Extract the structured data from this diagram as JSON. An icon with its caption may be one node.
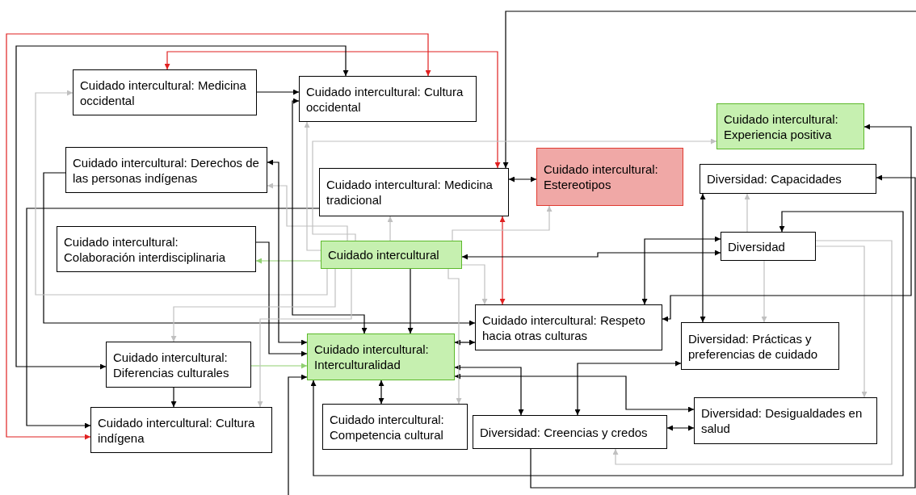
{
  "diagram": {
    "nodes": [
      {
        "text": [
          "Cuidado intercultural: Medicina occidental"
        ]
      },
      {
        "text": [
          "Cuidado intercultural: Cultura occidental"
        ]
      },
      {
        "text": [
          "Cuidado intercultural: Experiencia positiva"
        ]
      },
      {
        "text": [
          "Cuidado intercultural: Derechos de las personas indígenas"
        ]
      },
      {
        "text": [
          "Cuidado intercultural: Medicina tradicional"
        ]
      },
      {
        "text": [
          "Cuidado intercultural: Estereotipos"
        ]
      },
      {
        "text": [
          "Diversidad: Capacidades"
        ]
      },
      {
        "text": [
          "Cuidado intercultural: Colaboración interdisciplinaria"
        ]
      },
      {
        "text": [
          "Cuidado intercultural"
        ]
      },
      {
        "text": [
          "Diversidad"
        ]
      },
      {
        "text": [
          "Cuidado intercultural: Respeto hacia otras culturas"
        ]
      },
      {
        "text": [
          "Diversidad: Prácticas y preferencias de cuidado"
        ]
      },
      {
        "text": [
          "Cuidado intercultural: Diferencias culturales"
        ]
      },
      {
        "text": [
          "Cuidado intercultural: Interculturalidad"
        ]
      },
      {
        "text": [
          "Cuidado intercultural: Cultura indígena"
        ]
      },
      {
        "text": [
          "Cuidado intercultural: Competencia cultural"
        ]
      },
      {
        "text": [
          "Diversidad: Creencias y credos"
        ]
      },
      {
        "text": [
          "Diversidad: Desigualdades en salud"
        ]
      }
    ],
    "edges": [
      {
        "from": 0,
        "to": 1,
        "arrow": "to"
      },
      {
        "from": 14,
        "to": 1,
        "arrow": "both",
        "color": "#e02020"
      },
      {
        "from": 0,
        "to": 4,
        "arrow": "both",
        "color": "#e02020"
      },
      {
        "from": 12,
        "to": 1,
        "arrow": "both"
      },
      {
        "from": null,
        "to": 4,
        "arrow": "to"
      },
      {
        "from": 4,
        "to": 5,
        "arrow": "both"
      },
      {
        "from": 4,
        "to": 10,
        "arrow": "both",
        "color": "#e02020"
      },
      {
        "from": 3,
        "to": 10,
        "arrow": "to"
      },
      {
        "from": 4,
        "to": 14,
        "arrow": "to"
      },
      {
        "from": 8,
        "to": 0,
        "arrow": "to",
        "color": "#c0c0c0"
      },
      {
        "from": 8,
        "to": 1,
        "arrow": "to",
        "color": "#c0c0c0"
      },
      {
        "from": 8,
        "to": 3,
        "arrow": "to",
        "color": "#c0c0c0"
      },
      {
        "from": 8,
        "to": 4,
        "arrow": "to",
        "color": "#c0c0c0"
      },
      {
        "from": 8,
        "to": 5,
        "arrow": "to",
        "color": "#c0c0c0"
      },
      {
        "from": 8,
        "to": 2,
        "arrow": "to",
        "color": "#c0c0c0"
      },
      {
        "from": 8,
        "to": 7,
        "arrow": "to",
        "color": "#90d070"
      },
      {
        "from": 8,
        "to": 13,
        "arrow": "to"
      },
      {
        "from": 8,
        "to": 9,
        "arrow": "both"
      },
      {
        "from": 9,
        "to": 10,
        "arrow": "both"
      },
      {
        "from": 6,
        "to": 11,
        "arrow": "both"
      },
      {
        "from": 9,
        "to": 6,
        "arrow": "to",
        "color": "#c0c0c0"
      },
      {
        "from": 9,
        "to": 11,
        "arrow": "to",
        "color": "#c0c0c0"
      },
      {
        "from": 9,
        "to": 17,
        "arrow": "to",
        "color": "#c0c0c0"
      },
      {
        "from": 9,
        "to": 16,
        "arrow": "to",
        "color": "#c0c0c0"
      },
      {
        "from": 13,
        "to": 9,
        "arrow": "both"
      },
      {
        "from": 10,
        "to": 2,
        "arrow": "both"
      },
      {
        "from": 16,
        "to": 6,
        "arrow": "to"
      },
      {
        "from": null,
        "to": 13,
        "arrow": "to"
      },
      {
        "from": 13,
        "to": 10,
        "arrow": "both"
      },
      {
        "from": 13,
        "to": 15,
        "arrow": "both"
      },
      {
        "from": 12,
        "to": 14,
        "arrow": "to"
      },
      {
        "from": 12,
        "to": 13,
        "arrow": "to",
        "color": "#90d070"
      },
      {
        "from": 13,
        "to": 16,
        "arrow": "both"
      },
      {
        "from": 13,
        "to": 17,
        "arrow": "both"
      },
      {
        "from": 11,
        "to": 16,
        "arrow": "both"
      },
      {
        "from": 16,
        "to": 17,
        "arrow": "both"
      },
      {
        "from": 7,
        "to": 13,
        "arrow": "to"
      },
      {
        "from": 3,
        "to": 13,
        "arrow": "both"
      },
      {
        "from": 1,
        "to": 13,
        "arrow": "both"
      },
      {
        "from": 8,
        "to": 12,
        "arrow": "to",
        "color": "#c0c0c0"
      },
      {
        "from": 8,
        "to": 14,
        "arrow": "to",
        "color": "#c0c0c0"
      },
      {
        "from": 8,
        "to": 10,
        "arrow": "to",
        "color": "#c0c0c0"
      },
      {
        "from": 8,
        "to": 15,
        "arrow": "to",
        "color": "#c0c0c0"
      }
    ]
  }
}
